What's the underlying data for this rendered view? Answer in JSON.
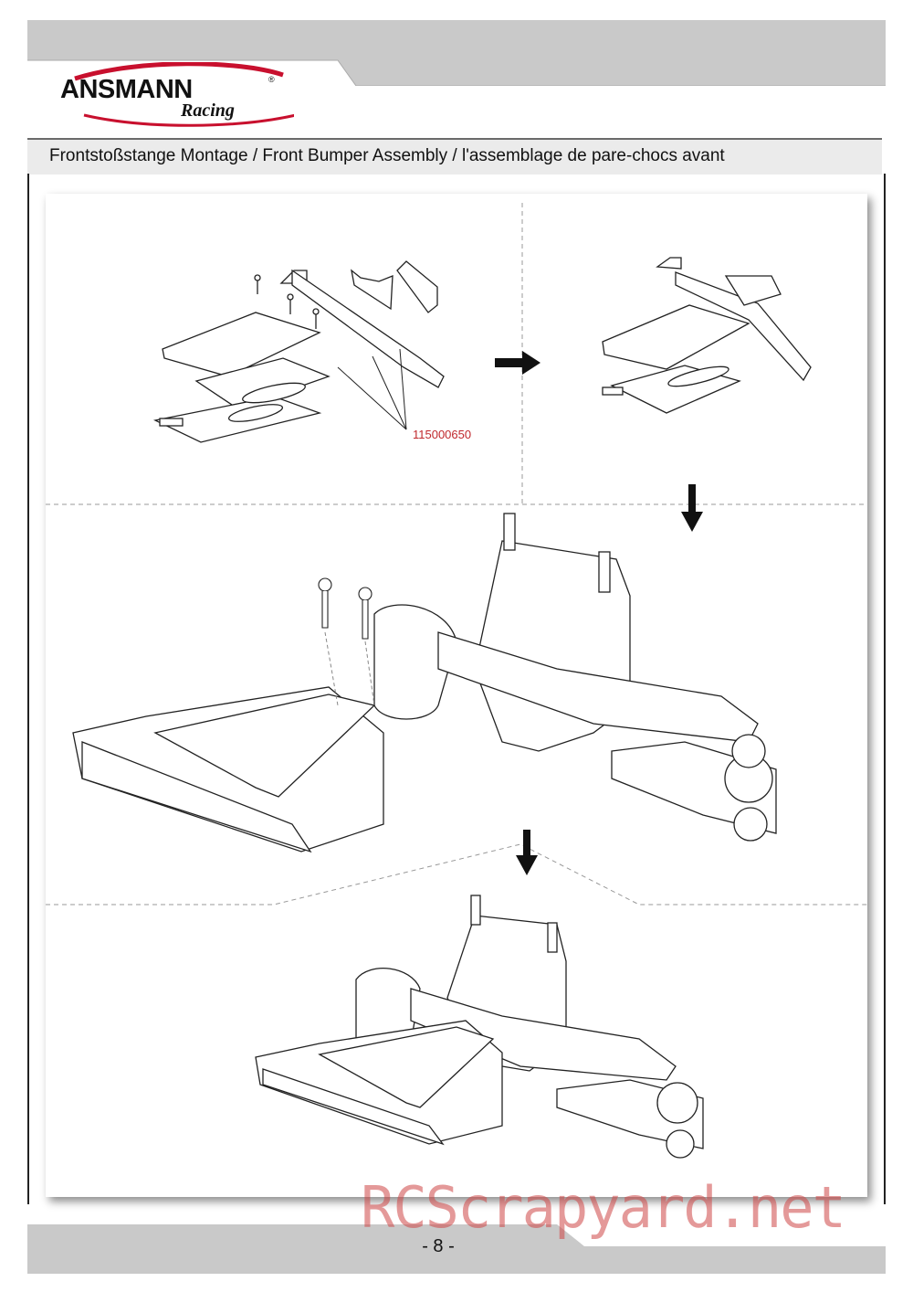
{
  "brand": {
    "name": "ANSMANN",
    "sub": "Racing",
    "colors": {
      "accent": "#c8102e",
      "bar": "#cfcfcf"
    }
  },
  "section_title": "Frontstoßstange Montage / Front Bumper Assembly / l'assemblage de pare-chocs avant",
  "part_number": "115000650",
  "page_number": "- 8 -",
  "watermark": "RCScrapyard.net"
}
